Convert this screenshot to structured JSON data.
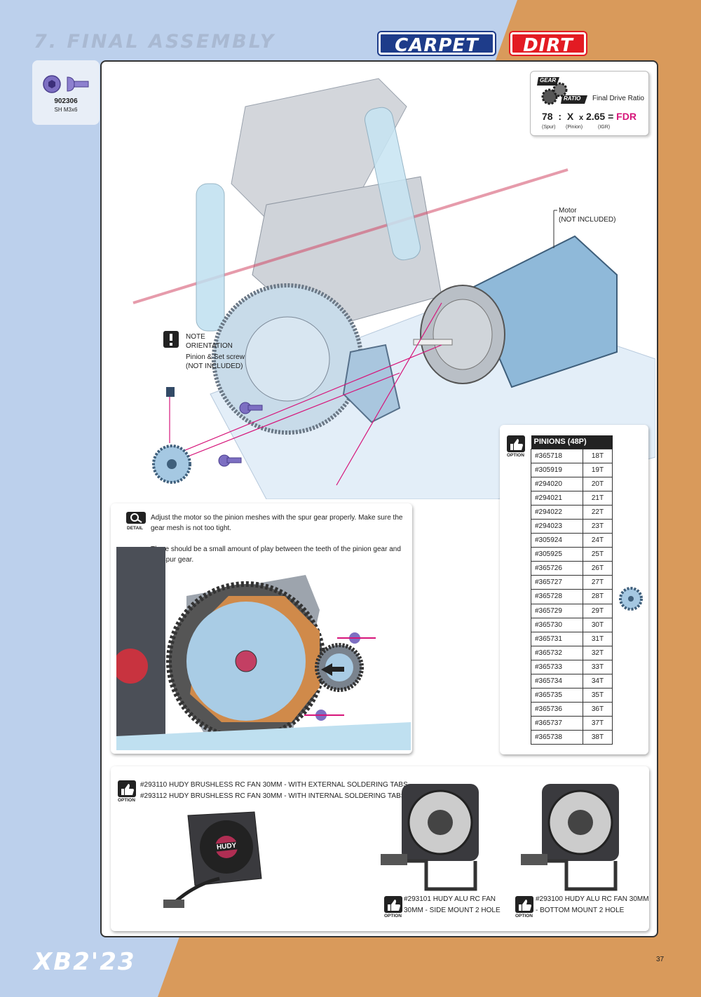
{
  "header": {
    "section_title": "7. FINAL ASSEMBLY",
    "badge_carpet": "CARPET",
    "badge_dirt": "DIRT"
  },
  "colors": {
    "blue_bg": "#bcd0ec",
    "orange_bg": "#d99a5b",
    "carpet_blue": "#1e3c8a",
    "dirt_red": "#e31b23",
    "fdr_pink": "#d6157a"
  },
  "part": {
    "number": "902306",
    "description": "SH M3x6",
    "icon": "button-head-screw-icon"
  },
  "gear_ratio": {
    "logo_line1": "GEAR",
    "logo_line2": "RATIO",
    "label": "Final Drive Ratio",
    "spur": "78",
    "colon": ":",
    "pinion": "X",
    "times": "x",
    "igr": "2.65",
    "equals": "=",
    "result": "FDR",
    "spur_sub": "(Spur)",
    "pinion_sub": "(Pinion)",
    "igr_sub": "(IGR)"
  },
  "callouts": {
    "motor_line1": "Motor",
    "motor_line2": "(NOT INCLUDED)",
    "note_line1": "NOTE",
    "note_line2": "ORIENTATION",
    "pinion_line1": "Pinion & Set screw",
    "pinion_line2": "(NOT INCLUDED)"
  },
  "detail": {
    "icon_label": "DETAIL",
    "text1": "Adjust the motor so the pinion meshes with the spur gear properly. Make sure the gear mesh is not too tight.",
    "text2": "There should be a small amount of play between the teeth of the pinion gear and the spur gear."
  },
  "pinions": {
    "icon_label": "OPTION",
    "header": "PINIONS (48P)",
    "rows": [
      {
        "code": "#365718",
        "teeth": "18T"
      },
      {
        "code": "#305919",
        "teeth": "19T"
      },
      {
        "code": "#294020",
        "teeth": "20T"
      },
      {
        "code": "#294021",
        "teeth": "21T"
      },
      {
        "code": "#294022",
        "teeth": "22T"
      },
      {
        "code": "#294023",
        "teeth": "23T"
      },
      {
        "code": "#305924",
        "teeth": "24T"
      },
      {
        "code": "#305925",
        "teeth": "25T"
      },
      {
        "code": "#365726",
        "teeth": "26T"
      },
      {
        "code": "#365727",
        "teeth": "27T"
      },
      {
        "code": "#365728",
        "teeth": "28T"
      },
      {
        "code": "#365729",
        "teeth": "29T"
      },
      {
        "code": "#365730",
        "teeth": "30T"
      },
      {
        "code": "#365731",
        "teeth": "31T"
      },
      {
        "code": "#365732",
        "teeth": "32T"
      },
      {
        "code": "#365733",
        "teeth": "33T"
      },
      {
        "code": "#365734",
        "teeth": "34T"
      },
      {
        "code": "#365735",
        "teeth": "35T"
      },
      {
        "code": "#365736",
        "teeth": "36T"
      },
      {
        "code": "#365737",
        "teeth": "37T"
      },
      {
        "code": "#365738",
        "teeth": "38T"
      }
    ]
  },
  "fans": {
    "icon_label": "OPTION",
    "line1": "#293110 HUDY BRUSHLESS RC FAN 30MM - WITH EXTERNAL SOLDERING TABS",
    "line2": "#293112 HUDY BRUSHLESS RC FAN 30MM - WITH INTERNAL SOLDERING TABS",
    "fan_brand": "HUDY",
    "side_line1": "#293101 HUDY ALU RC FAN",
    "side_line2": "30MM - SIDE MOUNT 2 HOLE",
    "bottom_line1": "#293100 HUDY ALU RC FAN 30MM",
    "bottom_line2": "- BOTTOM MOUNT 2 HOLE"
  },
  "footer": {
    "model_logo": "XB2'23",
    "page_number": "37"
  }
}
